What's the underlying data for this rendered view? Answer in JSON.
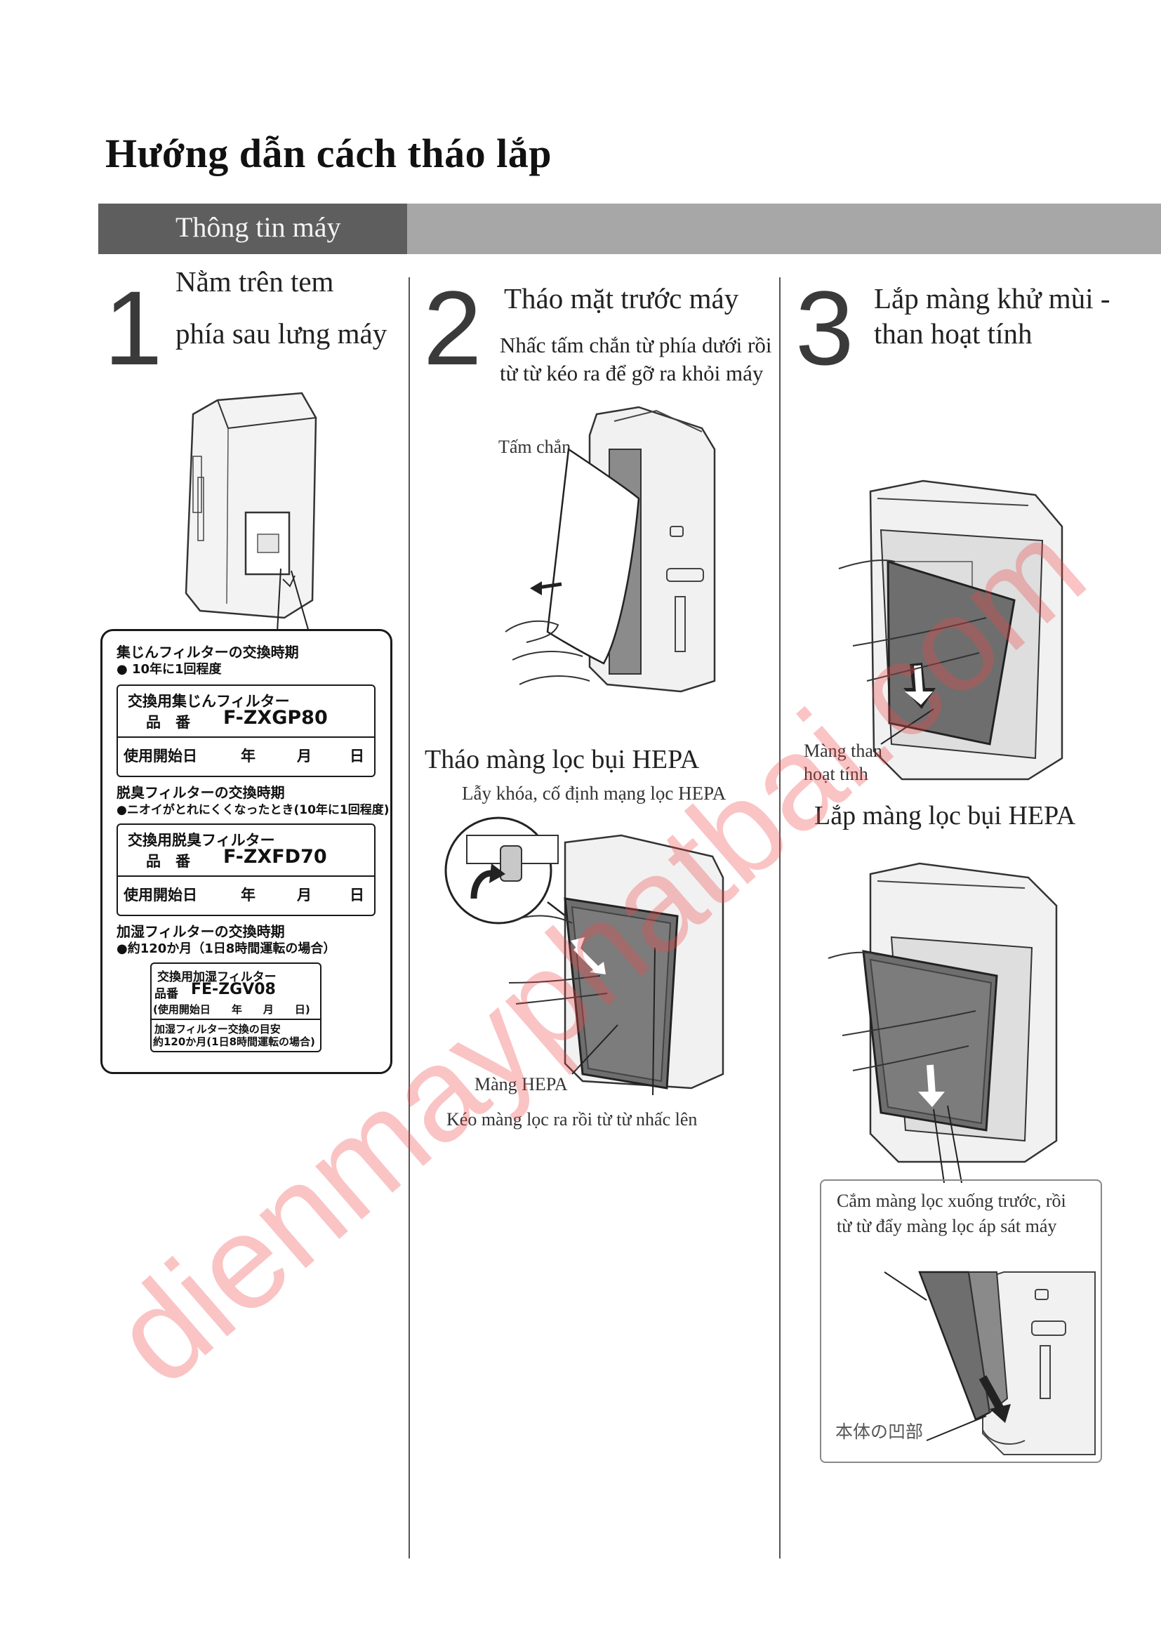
{
  "page": {
    "title": "Hướng dẫn cách tháo lắp",
    "section": "Thông tin máy"
  },
  "step1": {
    "number": "1",
    "heading_line1": "Nằm trên tem",
    "heading_line2": "phía sau lưng máy",
    "label_card": {
      "dust_filter_title": "集じんフィルターの交換時期",
      "dust_filter_period": "● 10年に1回程度",
      "dust_filter_box_title": "交換用集じんフィルター",
      "dust_filter_part_label": "品　番",
      "dust_filter_part_no": "F-ZXGP80",
      "dust_filter_start": "使用開始日",
      "deodor_title": "脱臭フィルターの交換時期",
      "deodor_period": "●ニオイがとれにくくなったとき(10年に1回程度)",
      "deodor_box_title": "交換用脱臭フィルター",
      "deodor_part_label": "品　番",
      "deodor_part_no": "F-ZXFD70",
      "deodor_start": "使用開始日",
      "humid_title": "加湿フィルターの交換時期",
      "humid_period": "●約120か月（1日8時間運転の場合）",
      "humid_box_title": "交換用加湿フィルター",
      "humid_part_label": "品番",
      "humid_part_no": "FE-ZGV08",
      "humid_start": "(使用開始日　　年　　月　　日)",
      "humid_note1": "加湿フィルター交換の目安",
      "humid_note2": "約120か月(1日8時間運転の場合)",
      "year": "年",
      "month": "月",
      "day": "日"
    }
  },
  "step2": {
    "number": "2",
    "heading": "Tháo mặt trước máy",
    "instruction": "Nhấc tấm chắn từ phía dưới rồi từ từ kéo ra để gỡ ra khỏi máy",
    "panel_label": "Tấm chắn",
    "hepa_subheading": "Tháo màng lọc bụi HEPA",
    "hepa_lock_note": "Lẫy khóa, cố định mạng lọc HEPA",
    "hepa_label": "Màng HEPA",
    "hepa_pull_note": "Kéo màng lọc ra rồi từ từ nhấc lên"
  },
  "step3": {
    "number": "3",
    "heading_line1": "Lắp màng khử mùi -",
    "heading_line2": "than hoạt tính",
    "carbon_label_line1": "Màng than",
    "carbon_label_line2": "hoạt tính",
    "hepa_install_subheading": "Lắp màng lọc bụi HEPA",
    "tip_line1": "Cắm màng lọc xuống trước, rồi",
    "tip_line2": "từ từ đẩy màng lọc áp sát máy",
    "recess_label": "本体の凹部"
  },
  "watermark": "dienmayphatbai.com",
  "colors": {
    "banner_dark": "#5e5e5e",
    "banner_light": "#a7a7a7",
    "watermark": "#f04646",
    "filter_gray": "#6e6e6e"
  }
}
